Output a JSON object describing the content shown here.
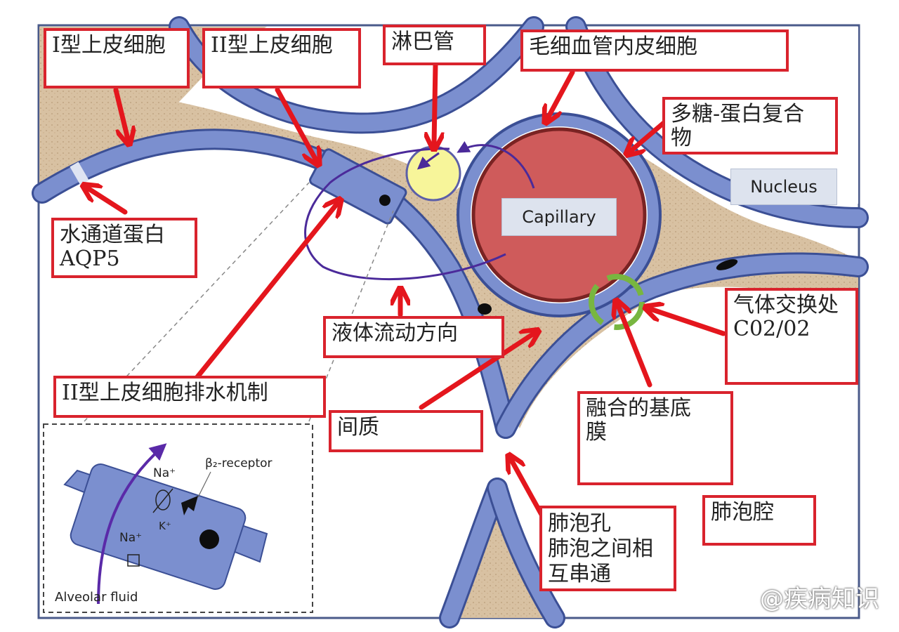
{
  "labels": {
    "type1_cell": "I型上皮细胞",
    "type2_cell": "II型上皮细胞",
    "lymph": "淋巴管",
    "endothelial": "毛细血管内皮细胞",
    "glycoprotein": "多糖-蛋白复合\n物",
    "aqp5": "水通道蛋白\nAQP5",
    "gas_exchange": "气体交换处\nC02/02",
    "flow_dir": "液体流动方向",
    "drain": "II型上皮细胞排水机制",
    "interstitium": "间质",
    "basement": "融合的基底\n膜",
    "pores": "肺泡孔\n肺泡之间相\n互串通",
    "lumen": "肺泡腔"
  },
  "nucleus": "Nucleus",
  "capillary": "Capillary",
  "inset": {
    "na_top": "Na⁺",
    "beta_receptor": "β₂-receptor",
    "k_plus": "K⁺",
    "na_bottom": "Na⁺",
    "alveolar_fluid": "Alveolar fluid"
  },
  "watermark": "@疾病知识",
  "colors": {
    "wall": "#7b8fcf",
    "wall_edge": "#3b4f95",
    "interstitium": "#d9c2a3",
    "capillary": "#cf5b5b",
    "lymph": "#f7f59a",
    "arrow": "#e4161d",
    "flow": "#4b2a9a",
    "label_border": "#d9232d"
  }
}
